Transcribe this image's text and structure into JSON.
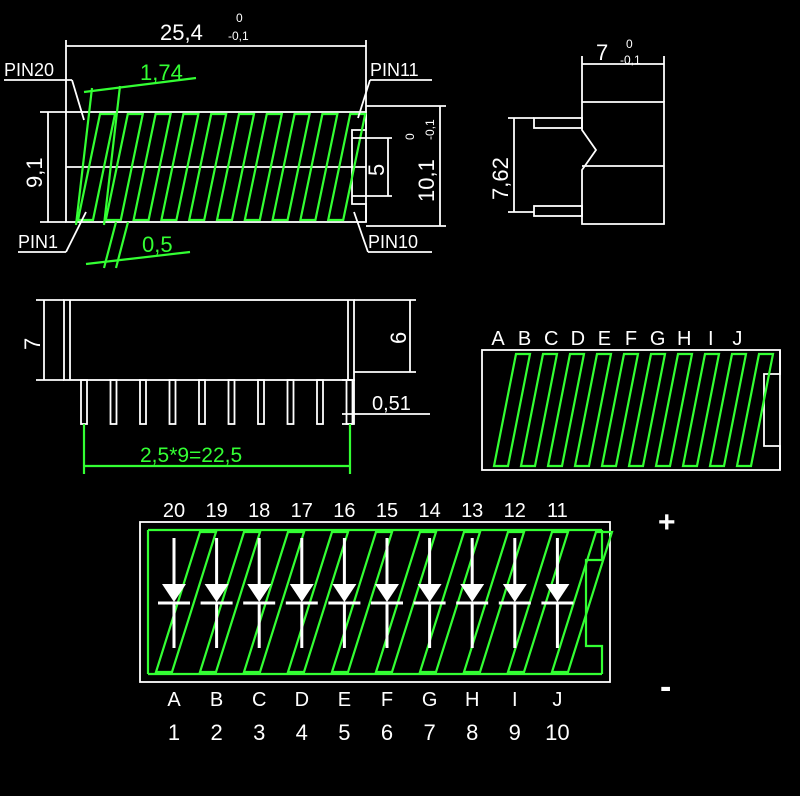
{
  "top_view": {
    "width_dim": "25,4",
    "width_tol_upper": "0",
    "width_tol_lower": "-0,1",
    "pitch_dim": "1,74",
    "height_dim": "9,1",
    "segment_gap_dim": "0,5",
    "inner_height_dim": "5",
    "outer_height_dim": "10,1",
    "outer_height_tol_upper": "0",
    "outer_height_tol_lower": "-0,1",
    "pin_labels": {
      "pin20": "PIN20",
      "pin11": "PIN11",
      "pin1": "PIN1",
      "pin10": "PIN10"
    }
  },
  "side_view": {
    "depth_dim": "7",
    "depth_tol_upper": "0",
    "depth_tol_lower": "-0,1",
    "pin_spacing_dim": "7,62"
  },
  "front_view": {
    "height_left_dim": "7",
    "height_right_dim": "6",
    "pin_width_dim": "0,51",
    "pin_span_dim": "2,5*9=22,5"
  },
  "segment_view": {
    "letters": [
      "A",
      "B",
      "C",
      "D",
      "E",
      "F",
      "G",
      "H",
      "I",
      "J"
    ]
  },
  "schematic": {
    "top_pins": [
      "20",
      "19",
      "18",
      "17",
      "16",
      "15",
      "14",
      "13",
      "12",
      "11"
    ],
    "bottom_letters": [
      "A",
      "B",
      "C",
      "D",
      "E",
      "F",
      "G",
      "H",
      "I",
      "J"
    ],
    "bottom_pins": [
      "1",
      "2",
      "3",
      "4",
      "5",
      "6",
      "7",
      "8",
      "9",
      "10"
    ],
    "plus_label": "+",
    "minus_label": "-"
  },
  "colors": {
    "outline": "#ffffff",
    "segments": "#33ff33",
    "background": "#000000"
  }
}
